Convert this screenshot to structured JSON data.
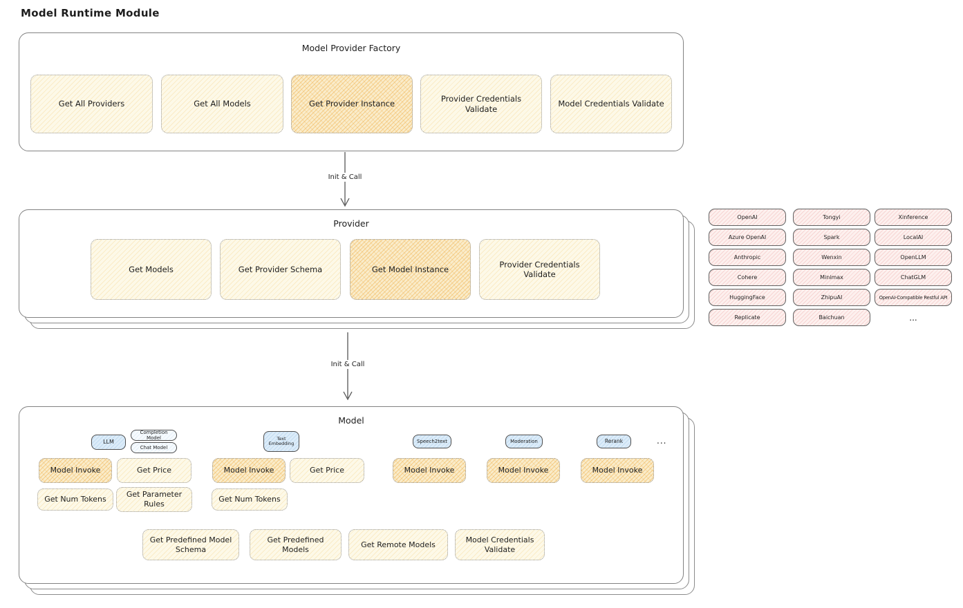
{
  "title": "Model Runtime Module",
  "arrows": {
    "arrow1_label": "Init & Call",
    "arrow2_label": "Init & Call"
  },
  "factory": {
    "title": "Model Provider Factory",
    "items": [
      {
        "label": "Get All Providers"
      },
      {
        "label": "Get All Models"
      },
      {
        "label": "Get Provider Instance"
      },
      {
        "label": "Provider Credentials Validate"
      },
      {
        "label": "Model Credentials Validate"
      }
    ]
  },
  "provider": {
    "title": "Provider",
    "items": [
      {
        "label": "Get Models"
      },
      {
        "label": "Get Provider Schema"
      },
      {
        "label": "Get Model Instance"
      },
      {
        "label": "Provider Credentials Validate"
      }
    ]
  },
  "provider_list": {
    "col1": [
      "OpenAI",
      "Azure OpenAI",
      "Anthropic",
      "Cohere",
      "HuggingFace",
      "Replicate"
    ],
    "col2": [
      "Tongyi",
      "Spark",
      "Wenxin",
      "Minimax",
      "ZhipuAI",
      "Baichuan"
    ],
    "col3": [
      "Xinference",
      "LocalAI",
      "OpenLLM",
      "ChatGLM",
      "OpenAI-Compatible Restful API"
    ],
    "more": "..."
  },
  "model": {
    "title": "Model",
    "badges": {
      "llm": "LLM",
      "completion": "Completion Model",
      "chat": "Chat Model",
      "text_embedding": "Text Embedding",
      "speech2text": "Speech2text",
      "moderation": "Moderation",
      "rerank": "Rerank",
      "more": "..."
    },
    "functions": {
      "model_invoke": "Model Invoke",
      "get_price": "Get Price",
      "get_num_tokens": "Get Num Tokens",
      "get_parameter_rules": "Get Parameter Rules",
      "get_predefined_model_schema": "Get Predefined Model Schema",
      "get_predefined_models": "Get Predefined Models",
      "get_remote_models": "Get Remote Models",
      "model_credentials_validate": "Model Credentials Validate"
    }
  },
  "colors": {
    "cream_fill": "#fdf9e8",
    "orange_fill": "#faecca",
    "pink_fill": "#fdf0ee",
    "blue_fill": "#dcecf9",
    "container_border": "#828282",
    "ink": "#1d1d1d"
  }
}
